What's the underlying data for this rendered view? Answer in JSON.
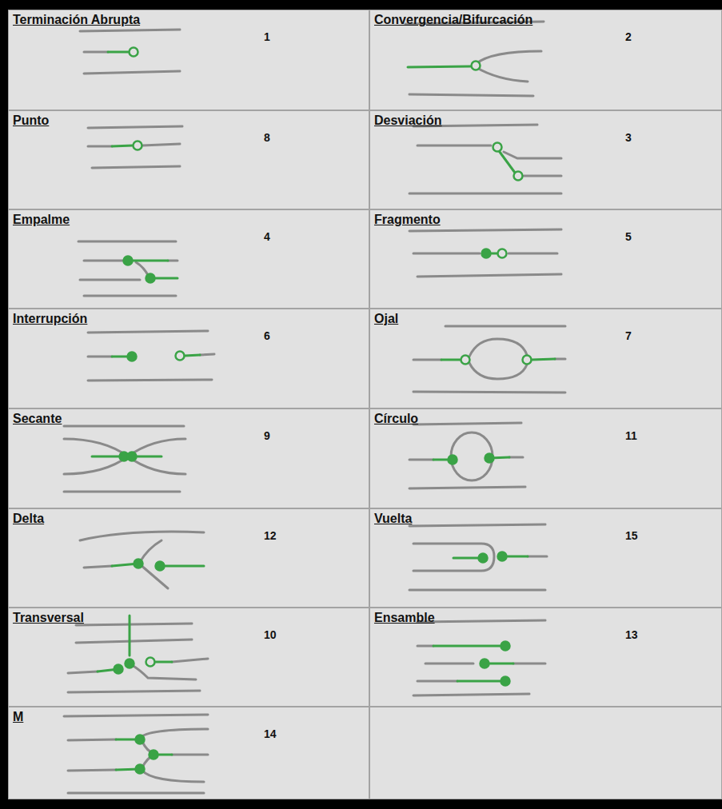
{
  "diagram": {
    "nodes": [
      {
        "text": [
          "Terminación  Abrupta",
          "1"
        ]
      },
      {
        "text": [
          "Convergencia/Bifurcación",
          "2"
        ]
      },
      {
        "text": [
          "Punto",
          "8"
        ]
      },
      {
        "text": [
          "Desviación",
          "3"
        ]
      },
      {
        "text": [
          "Empalme",
          "4"
        ]
      },
      {
        "text": [
          "Fragmento",
          "5"
        ]
      },
      {
        "text": [
          "Interrupción",
          "6"
        ]
      },
      {
        "text": [
          "Ojal",
          "7"
        ]
      },
      {
        "text": [
          "Secante",
          "9"
        ]
      },
      {
        "text": [
          "Círculo",
          "11"
        ]
      },
      {
        "text": [
          "Delta",
          "12"
        ]
      },
      {
        "text": [
          "Vuelta",
          "15"
        ]
      },
      {
        "text": [
          "Transversal",
          "10"
        ]
      },
      {
        "text": [
          "Ensamble",
          "13"
        ]
      },
      {
        "text": [
          "M",
          "14"
        ]
      }
    ]
  }
}
